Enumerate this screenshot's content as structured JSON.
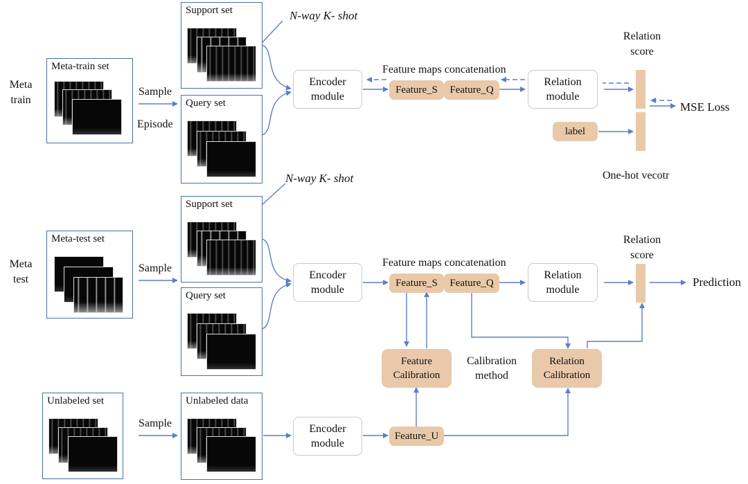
{
  "meta_train": {
    "section_label": "Meta\ntrain",
    "set_title": "Meta-train set",
    "sample_label": "Sample",
    "episode_label": "Episode",
    "support_title": "Support set",
    "query_title": "Query set",
    "nway_label": "N-way K- shot",
    "encoder_label": "Encoder\nmodule",
    "concat_label": "Feature maps concatenation",
    "feature_s": "Feature_S",
    "feature_q": "Feature_Q",
    "relation_label": "Relation\nmodule",
    "relation_score_label": "Relation\nscore",
    "label_box": "label",
    "mse_label": "MSE Loss",
    "onehot_label": "One-hot vecotr"
  },
  "meta_test": {
    "section_label": "Meta\ntest",
    "set_title": "Meta-test set",
    "sample_label": "Sample",
    "support_title": "Support set",
    "query_title": "Query set",
    "nway_label": "N-way K- shot",
    "encoder_label": "Encoder\nmodule",
    "concat_label": "Feature maps concatenation",
    "feature_s": "Feature_S",
    "feature_q": "Feature_Q",
    "relation_label": "Relation\nmodule",
    "relation_score_label": "Relation\nscore",
    "prediction_label": "Prediction",
    "feature_calibration": "Feature\nCalibration",
    "calibration_method": "Calibration\nmethod",
    "relation_calibration": "Relation\nCalibration"
  },
  "unlabeled": {
    "set_title": "Unlabeled set",
    "sample_label": "Sample",
    "data_title": "Unlabeled data",
    "encoder_label": "Encoder\nmodule",
    "feature_u": "Feature_U"
  },
  "colors": {
    "arrow": "#5b7ec8",
    "panel_border": "#4a6fa8",
    "feature_fill": "#e9c9a9"
  }
}
